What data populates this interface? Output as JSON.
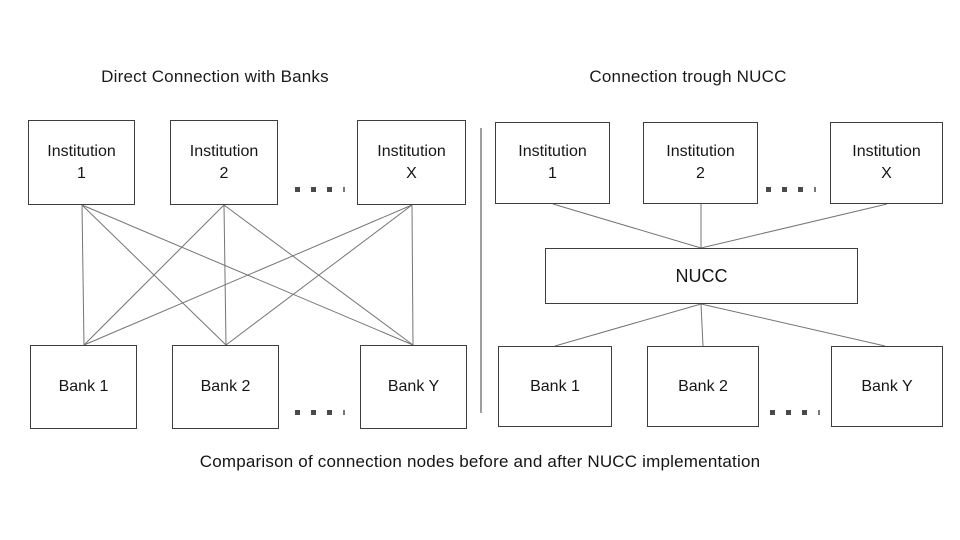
{
  "page": {
    "caption": "Comparison of connection nodes before and after NUCC implementation",
    "background_color": "#ffffff"
  },
  "colors": {
    "box_border": "#3d3d3d",
    "connection_line": "#757575",
    "divider_line": "#7e7e7e",
    "text": "#161616",
    "dot": "#4a4a4a"
  },
  "left_panel": {
    "title": "Direct Connection with Banks",
    "institutions": [
      {
        "label": "Institution\n1"
      },
      {
        "label": "Institution\n2"
      },
      {
        "label": "Institution\nX"
      }
    ],
    "banks": [
      {
        "label": "Bank 1"
      },
      {
        "label": "Bank 2"
      },
      {
        "label": "Bank Y"
      }
    ]
  },
  "right_panel": {
    "title": "Connection trough NUCC",
    "institutions": [
      {
        "label": "Institution\n1"
      },
      {
        "label": "Institution\n2"
      },
      {
        "label": "Institution\nX"
      }
    ],
    "hub": {
      "label": "NUCC"
    },
    "banks": [
      {
        "label": "Bank 1"
      },
      {
        "label": "Bank 2"
      },
      {
        "label": "Bank Y"
      }
    ]
  },
  "ellipsis": {
    "icon": "continuation-dots-icon",
    "count": 4
  }
}
